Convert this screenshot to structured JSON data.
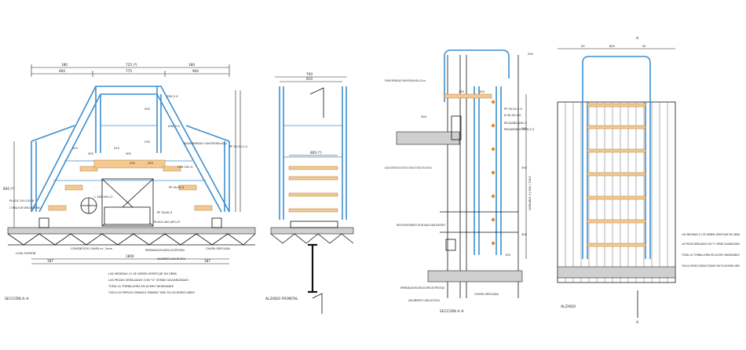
{
  "sections": {
    "seccion1": "SECCIÓN A–A",
    "alzado_frontal": "ALZADO FRONTAL",
    "seccion2": "SECCIÓN A–A",
    "alzado": "ALZADO"
  },
  "dims_top": {
    "total": "725 (*)",
    "left": "180",
    "mid": "775",
    "right": "180",
    "left2": "900",
    "right2": "900",
    "d800": "800 (*)",
    "front_top": "700",
    "front_top2": "810",
    "right_top1": "50",
    "right_top2": "800",
    "right_top3": "50"
  },
  "labels_sec1": {
    "pasamanos": "Ø30,3 G",
    "peldano": "Ø30,3 G",
    "peldano_pren": "PELDAÑO PREMERIZADO Y CHAPA PERFORADA HUELLA",
    "tubo": "PP 50,50,2 G",
    "upn": "UPN 200 G",
    "placa1": "PLACA 150,150,8",
    "tornillos": "4 TORNILLOS Ø6 TUERCA ACERO INOX.",
    "placa2": "PLACA 400,400,15",
    "tubo2": "L 180,180,11",
    "pp": "PP 30,60,3",
    "pp2": "PP 50,60,3",
    "h_total": "800 (*)",
    "d225a": "225",
    "d225b": "225",
    "d300a": "300",
    "d300b": "300",
    "d200": "200",
    "d250": "250",
    "d1800": "1800",
    "d150": "150",
    "d187a": "187",
    "d187b": "187",
    "d180a": "180",
    "d500": "500",
    "d230": "230",
    "d400": "400",
    "losa": "LOSA FILTRÓN",
    "deck": "CONGRESOS CHAPA e= 2mm",
    "imper": "IMPERMEABILIZACIÓN ASFÁLTICA AUTOPROTEGIDA",
    "aislam": "AISLAMIENTO LANA DE ROCA",
    "chapa": "CHAPA GRECADA"
  },
  "labels_sec2": {
    "peldano_pren": "PELDAÑO PREFABRICADO CHAPA PERFORADA HUELLA 250 mm",
    "d250": "250",
    "d100": "100",
    "pp1": "PP 50,50,3 G",
    "pp2": "Ø 40,40,3 G",
    "peldano": "PELDAÑO Ø30,3",
    "pasamanos": "PASAMANOS Ø30,3 G",
    "anclaje": "ANCLAJE A SUBESTRUCTURA DE ACERO CON 2 TORNILLOS Y TUERCAS TODO ACERO INOX.",
    "nuevo": "NUEVO REVESTIMIENTO DE FACHADA PLANA EXISTENTE",
    "imper": "IMPERMEABILIZACIÓN ASFÁLTICA SIMPLE AUTOPROTEGIDA",
    "aislam": "AISLAMIENTO LANA DE ROCA",
    "chapa": "CHAPA GRECADA",
    "d550": "550",
    "d300a": "300",
    "d300b": "300",
    "d300c": "300",
    "d100b": "100",
    "variable": "VARIABLE (*) 800 / 1500"
  },
  "notes1": [
    "LAS MEDIDAS (*) SE DEBEN VERIFICAR EN OBRA",
    "LAS PIEZAS SEÑALADAS CON \"G\" SERÁN GALVANIZADAS",
    "TODA LA TORNILLERÍA EN ACERO INOXIDABLE",
    "TODOS LOS PERFILES CERRADOS TENDRÁN \"TAPA\" EN SUS BORDES LIBRES"
  ],
  "notes2": [
    "LAS MEDIDAS (*) SE DEBEN VERIFICAR EN OBRA",
    "LAS PIEZAS SEÑALADAS CON \"G\" SERÁN GALVANIZADAS",
    "TODA LA TORNILLERÍA EN ACERO INOXIDABLE",
    "TODOS LOS PERFILES CERRADOS TENDRÁN \"TAPA\" EN SUS BORDES LIBRES"
  ],
  "section_marks": {
    "a1": "A",
    "a2": "A"
  },
  "colors": {
    "rail": "#3d8fd0",
    "step": "#f4c98f",
    "line": "#111111"
  }
}
